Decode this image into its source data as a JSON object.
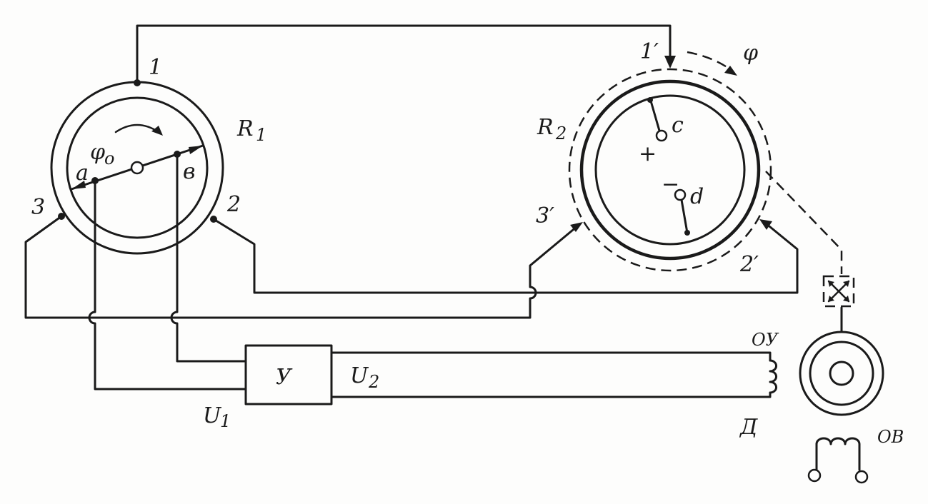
{
  "labels": {
    "t1": "1",
    "t2": "2",
    "t3": "3",
    "t1p": "1′",
    "t2p": "2′",
    "t3p": "3′",
    "R1": "R",
    "R1_sub": "1",
    "R2": "R",
    "R2_sub": "2",
    "phi0": "φ",
    "phi0_sub": "o",
    "phi": "φ",
    "a": "a",
    "b": "в",
    "c": "c",
    "d": "d",
    "plus": "+",
    "minus": "−",
    "amp": "У",
    "U1": "U",
    "U1_sub": "1",
    "U2": "U",
    "U2_sub": "2",
    "control_winding": "ОУ",
    "motor": "Д",
    "field_winding": "ОВ"
  }
}
